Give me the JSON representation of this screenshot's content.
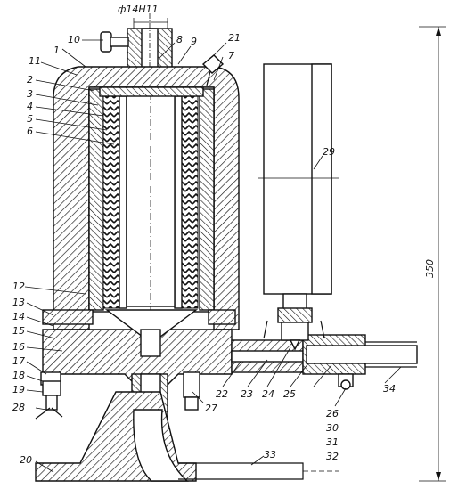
{
  "figure": {
    "dimension_top": "ф14Н11",
    "dimension_height": "350",
    "labels": [
      {
        "id": "l10",
        "text": "10"
      },
      {
        "id": "l1",
        "text": "1"
      },
      {
        "id": "l8",
        "text": "8"
      },
      {
        "id": "l9",
        "text": "9"
      },
      {
        "id": "l21",
        "text": "21"
      },
      {
        "id": "l7",
        "text": "7"
      },
      {
        "id": "l11",
        "text": "11"
      },
      {
        "id": "l2",
        "text": "2"
      },
      {
        "id": "l3",
        "text": "3"
      },
      {
        "id": "l4",
        "text": "4"
      },
      {
        "id": "l5",
        "text": "5"
      },
      {
        "id": "l6",
        "text": "6"
      },
      {
        "id": "l29",
        "text": "29"
      },
      {
        "id": "l12",
        "text": "12"
      },
      {
        "id": "l13",
        "text": "13"
      },
      {
        "id": "l14",
        "text": "14"
      },
      {
        "id": "l15",
        "text": "15"
      },
      {
        "id": "l16",
        "text": "16"
      },
      {
        "id": "l17",
        "text": "17"
      },
      {
        "id": "l18",
        "text": "18"
      },
      {
        "id": "l19",
        "text": "19"
      },
      {
        "id": "l28",
        "text": "28"
      },
      {
        "id": "l20",
        "text": "20"
      },
      {
        "id": "l22",
        "text": "22"
      },
      {
        "id": "l23",
        "text": "23"
      },
      {
        "id": "l24",
        "text": "24"
      },
      {
        "id": "l25",
        "text": "25"
      },
      {
        "id": "l26",
        "text": "26"
      },
      {
        "id": "l30",
        "text": "30"
      },
      {
        "id": "l31",
        "text": "31"
      },
      {
        "id": "l32",
        "text": "32"
      },
      {
        "id": "l34",
        "text": "34"
      },
      {
        "id": "l27",
        "text": "27"
      },
      {
        "id": "l33",
        "text": "33"
      }
    ]
  }
}
